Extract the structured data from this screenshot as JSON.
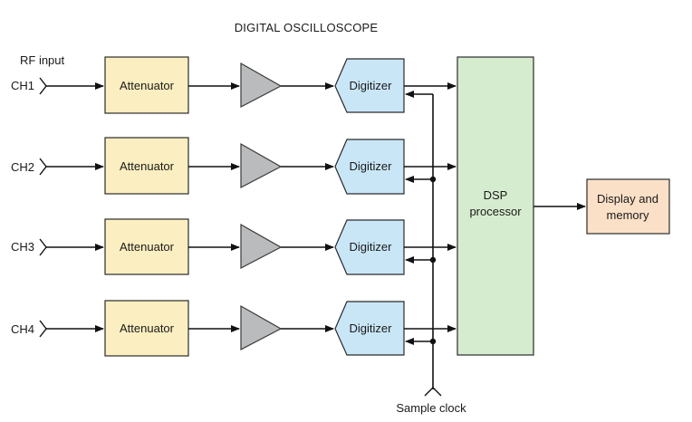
{
  "title": "DIGITAL OSCILLOSCOPE",
  "rf_input_label": "RF input",
  "channels": [
    {
      "label": "CH1",
      "attenuator": "Attenuator",
      "digitizer": "Digitizer"
    },
    {
      "label": "CH2",
      "attenuator": "Attenuator",
      "digitizer": "Digitizer"
    },
    {
      "label": "CH3",
      "attenuator": "Attenuator",
      "digitizer": "Digitizer"
    },
    {
      "label": "CH4",
      "attenuator": "Attenuator",
      "digitizer": "Digitizer"
    }
  ],
  "dsp": {
    "line1": "DSP",
    "line2": "processor"
  },
  "display": {
    "line1": "Display and",
    "line2": "memory"
  },
  "sample_clock_label": "Sample clock",
  "colors": {
    "attenuator_fill": "#fbeec0",
    "digitizer_fill": "#c9e6f7",
    "dsp_fill": "#d6eccf",
    "display_fill": "#fbe0c8",
    "amplifier_fill": "#b9bbbd"
  }
}
